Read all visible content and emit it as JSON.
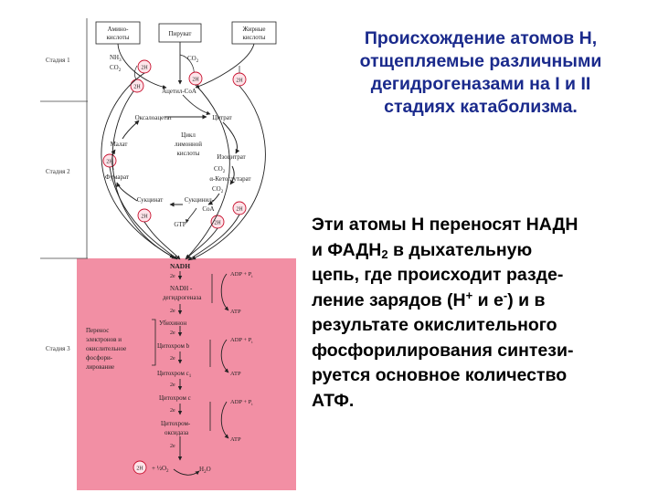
{
  "title": {
    "lines": [
      "Происхождение атомов Н,",
      "отщепляемые различными",
      "дегидрогеназами на I и II",
      "стадиях катаболизма."
    ]
  },
  "description": {
    "line1": "Эти атомы Н переносят НАДН",
    "line2_pre": "и ФАДН",
    "line2_sub": "2",
    "line2_post": " в дыхательную",
    "line3": "цепь, где происходит разде-",
    "line4_pre": "ление зарядов (Н",
    "line4_sup1": "+",
    "line4_mid": " и е",
    "line4_sup2": "-",
    "line4_post": ") и в",
    "line5": "результате окислительного",
    "line6": "фосфорилирования синтези-",
    "line7": "руется основное количество",
    "line8": "АТФ."
  },
  "diagram": {
    "stages": {
      "s1": "Стадия 1",
      "s2": "Стадия 2",
      "s3": "Стадия 3"
    },
    "sources": {
      "amino_1": "Амино-",
      "amino_2": "кислоты",
      "pyruvate": "Пируват",
      "fatty_1": "Жирные",
      "fatty_2": "кислоты"
    },
    "nh3": "NH",
    "nh3_sub": "3",
    "co2": "CO",
    "co2_sub": "2",
    "two_h": "2H",
    "acetyl": "Ацетил-СоА",
    "cycle": {
      "oxaloacetate": "Оксалоацетат",
      "citrate": "Цитрат",
      "center_1": "Цикл",
      "center_2": "лимонной",
      "center_3": "кислоты",
      "malate": "Малат",
      "isocitrate": "Изоцитрат",
      "fumarate": "Фумарат",
      "ketoglutarate": "α-Кетоглутарат",
      "succinate": "Сукцинат",
      "succinyl_1": "Сукцинил-",
      "succinyl_2": "СоА",
      "gtp": "GTP"
    },
    "chain": {
      "nadh": "NADH",
      "nadh_dh_1": "NADH -",
      "nadh_dh_2": "дегидрогеназа",
      "ubiquinone": "Убихинон",
      "cyt_b": "Цитохром b",
      "cyt_c1": "Цитохром c",
      "cyt_c1_sub": "1",
      "cyt_c": "Цитохром c",
      "cyt_ox_1": "Цитохром-",
      "cyt_ox_2": "оксидаза",
      "two_e": "2e",
      "adp": "ADP + P",
      "adp_sub": "i",
      "atp": "ATP",
      "o2": "O",
      "o2_sub": "2",
      "half": "½",
      "h2o": "H",
      "h2o_sub": "2",
      "h2o_o": "O",
      "transfer_1": "Перенос",
      "transfer_2": "электронов и",
      "transfer_3": "окислительное",
      "transfer_4": "фосфори-",
      "transfer_5": "лирование"
    }
  },
  "colors": {
    "title": "#1a2a8c",
    "stage3_bg": "#f28fa4",
    "circle": "#c8102e"
  }
}
